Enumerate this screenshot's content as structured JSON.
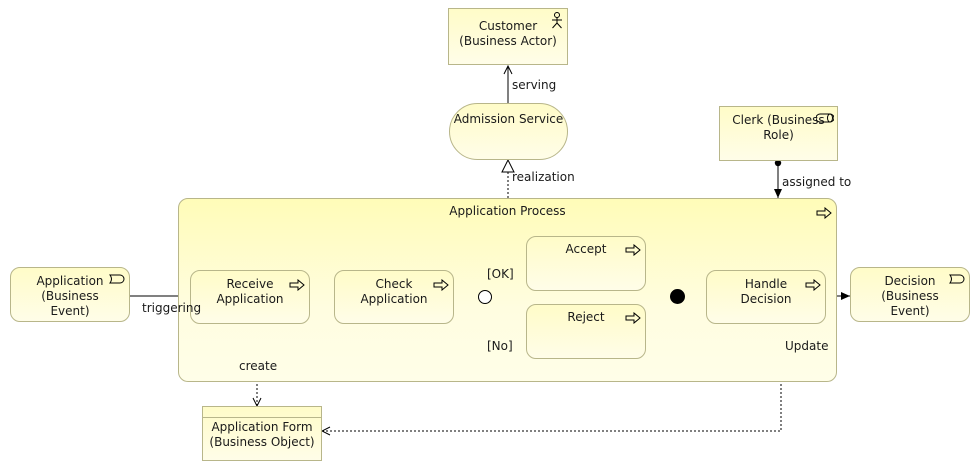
{
  "diagram": {
    "nodes": {
      "customer": {
        "label": "Customer\n(Business Actor)",
        "icon": "actor-icon"
      },
      "admission_service": {
        "label": "Admission Service",
        "icon": "none"
      },
      "clerk": {
        "label": "Clerk (Business\nRole)",
        "icon": "role-icon"
      },
      "application_process": {
        "label": "Application Process",
        "icon": "process-arrow-icon"
      },
      "application_event": {
        "label": "Application\n(Business\nEvent)",
        "icon": "event-icon"
      },
      "receive_application": {
        "label": "Receive\nApplication",
        "icon": "process-arrow-icon"
      },
      "check_application": {
        "label": "Check\nApplication",
        "icon": "process-arrow-icon"
      },
      "accept": {
        "label": "Accept",
        "icon": "process-arrow-icon"
      },
      "reject": {
        "label": "Reject",
        "icon": "process-arrow-icon"
      },
      "handle_decision": {
        "label": "Handle\nDecision",
        "icon": "process-arrow-icon"
      },
      "decision_event": {
        "label": "Decision\n(Business\nEvent)",
        "icon": "event-icon"
      },
      "application_form": {
        "label": "Application Form\n(Business Object)",
        "icon": "none"
      }
    },
    "edges": {
      "serving": "serving",
      "realization": "realization",
      "assigned_to": "assigned to",
      "triggering": "triggering",
      "ok": "[OK]",
      "no": "[No]",
      "create": "create",
      "update": "Update"
    },
    "colors": {
      "fill_top": "#fffcc8",
      "fill_bottom": "#fffde8",
      "border": "#b8b68a",
      "line": "#000000"
    }
  }
}
